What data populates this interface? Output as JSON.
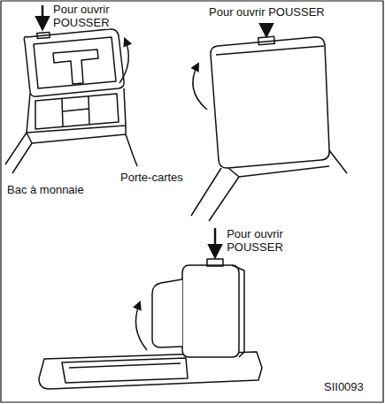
{
  "diagram": {
    "labels": [
      "Pour ouvrir POUSSER",
      "Pour ouvrir POUSSER",
      "Porte-cartes",
      "Bac à monnaie",
      "Pour ouvrir POUSSER",
      "SII0093"
    ]
  }
}
